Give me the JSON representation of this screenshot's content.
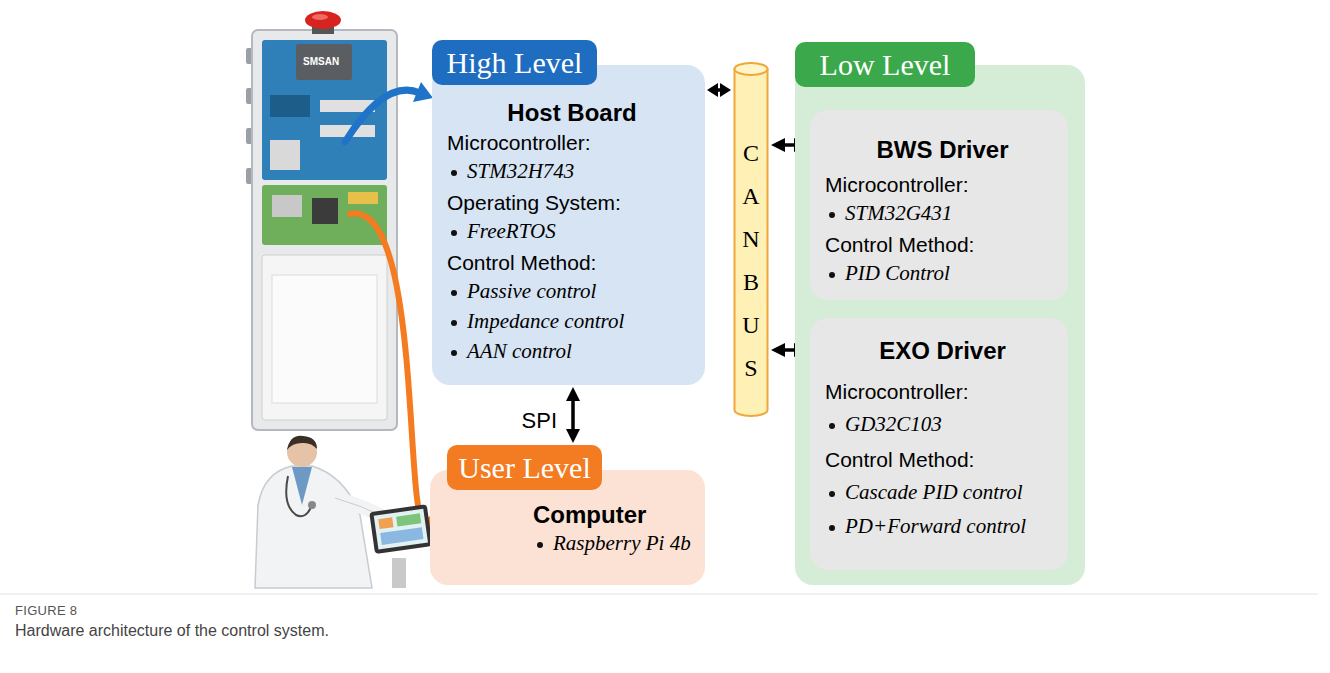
{
  "diagram": {
    "caption": "Hardware architecture of the control system.",
    "nodes": [
      {
        "text": [
          "High Level",
          "Host Board",
          "Microcontroller:",
          "STM32H743",
          "Operating System:",
          "FreeRTOS",
          "Control Method:",
          "Passive control",
          "Impedance control",
          "AAN control"
        ]
      },
      {
        "text": [
          "CAN BUS"
        ]
      },
      {
        "text": [
          "Low Level"
        ]
      },
      {
        "text": [
          "BWS Driver",
          "Microcontroller:",
          "STM32G431",
          "Control Method:",
          "PID Control"
        ],
        "in": 2
      },
      {
        "text": [
          "EXO Driver",
          "Microcontroller:",
          "GD32C103",
          "Control Method:",
          "Cascade PID control",
          "PD+Forward control"
        ],
        "in": 2
      },
      {
        "text": [
          "User Level",
          "Computer",
          "Raspberry Pi 4b"
        ]
      }
    ],
    "edges": [
      {
        "from": 0,
        "to": 1,
        "arrow": "both"
      },
      {
        "from": 1,
        "to": 3,
        "arrow": "both"
      },
      {
        "from": 1,
        "to": 4,
        "arrow": "both"
      },
      {
        "from": 0,
        "to": 5,
        "arrow": "both",
        "label": "SPI"
      }
    ],
    "labels": [
      "SMSAN",
      "FIGURE 8"
    ]
  }
}
